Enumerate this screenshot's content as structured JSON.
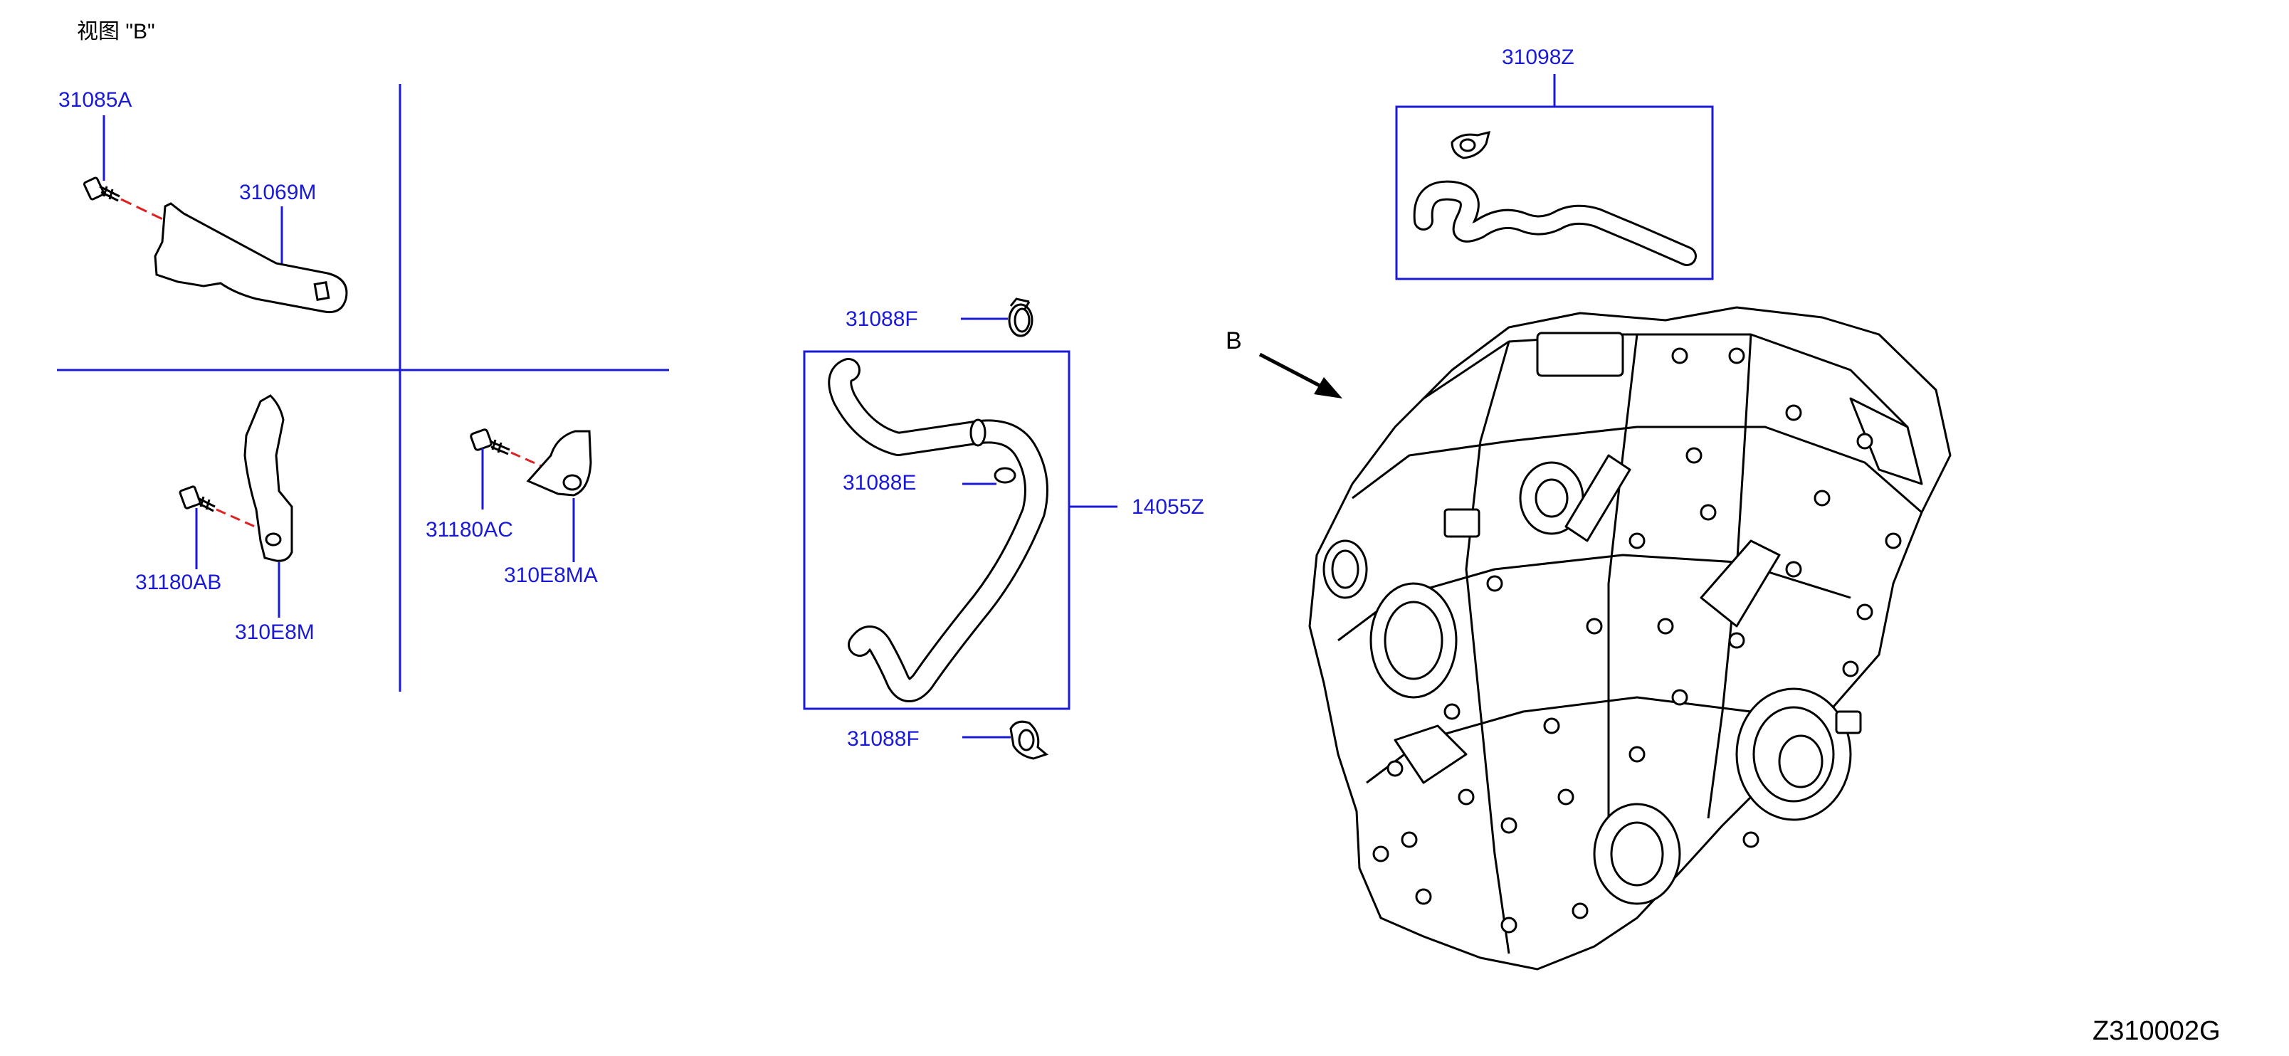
{
  "header": {
    "view_title": "视图 \"B\""
  },
  "view_marker": "B",
  "drawing_code": "Z310002G",
  "colors": {
    "part_number": "#1a1ad6",
    "line": "#000000",
    "leader": "#1a1ad6",
    "phantom_line": "#e02020"
  },
  "parts": {
    "p31085A": "31085A",
    "p31069M": "31069M",
    "p31180AB": "31180AB",
    "p310E8M": "310E8M",
    "p31180AC": "31180AC",
    "p310E8MA": "310E8MA",
    "p31088F_top": "31088F",
    "p31088E": "31088E",
    "p31088F_bottom": "31088F",
    "p14055Z": "14055Z",
    "p31098Z": "31098Z"
  }
}
